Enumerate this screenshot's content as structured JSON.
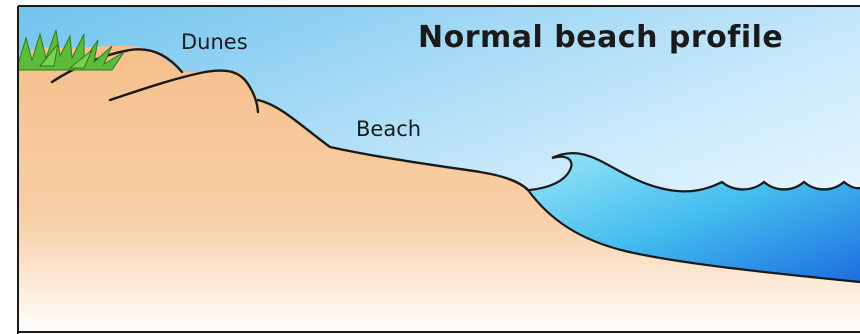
{
  "diagram": {
    "title": "Normal beach profile",
    "labels": {
      "dunes": "Dunes",
      "beach": "Beach"
    },
    "colors": {
      "sky_top": "#6fc3ee",
      "sky_bottom": "#ffffff",
      "sand_top": "#f6be8a",
      "sand_bottom": "#ffffff",
      "water_light": "#8fe1f7",
      "water_mid": "#3fb4ea",
      "water_deep": "#1c6fe0",
      "grass": "#5dbb3a",
      "outline": "#1a1a1a"
    }
  }
}
